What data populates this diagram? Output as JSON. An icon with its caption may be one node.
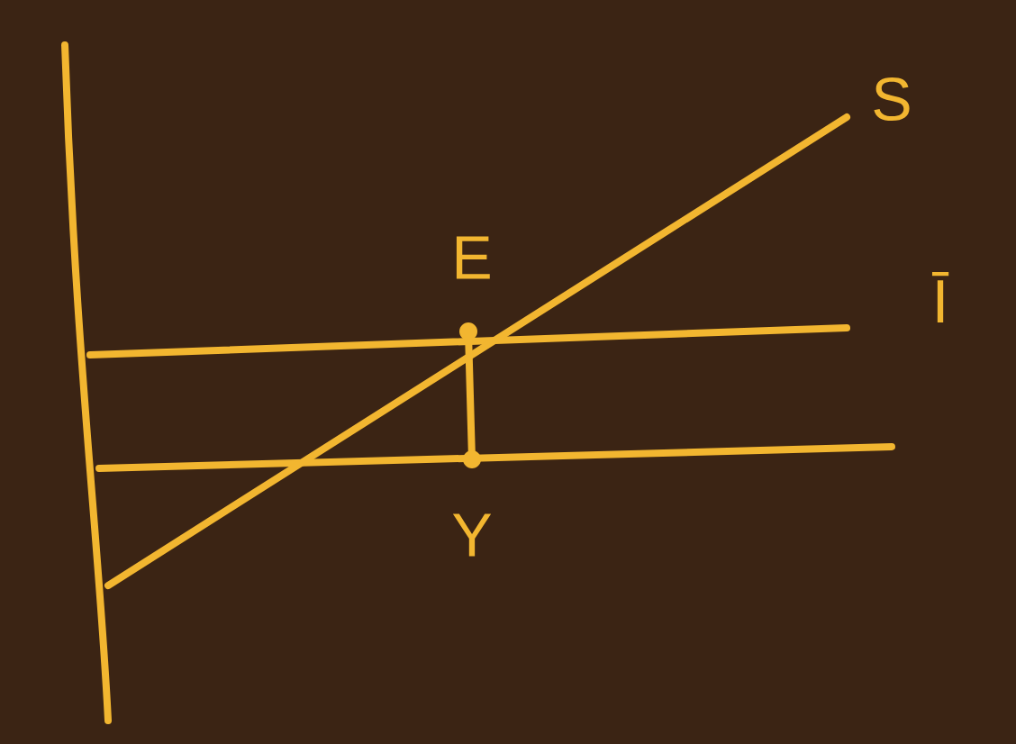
{
  "diagram": {
    "labels": [
      "S",
      "E",
      "Ī",
      "Y"
    ]
  }
}
